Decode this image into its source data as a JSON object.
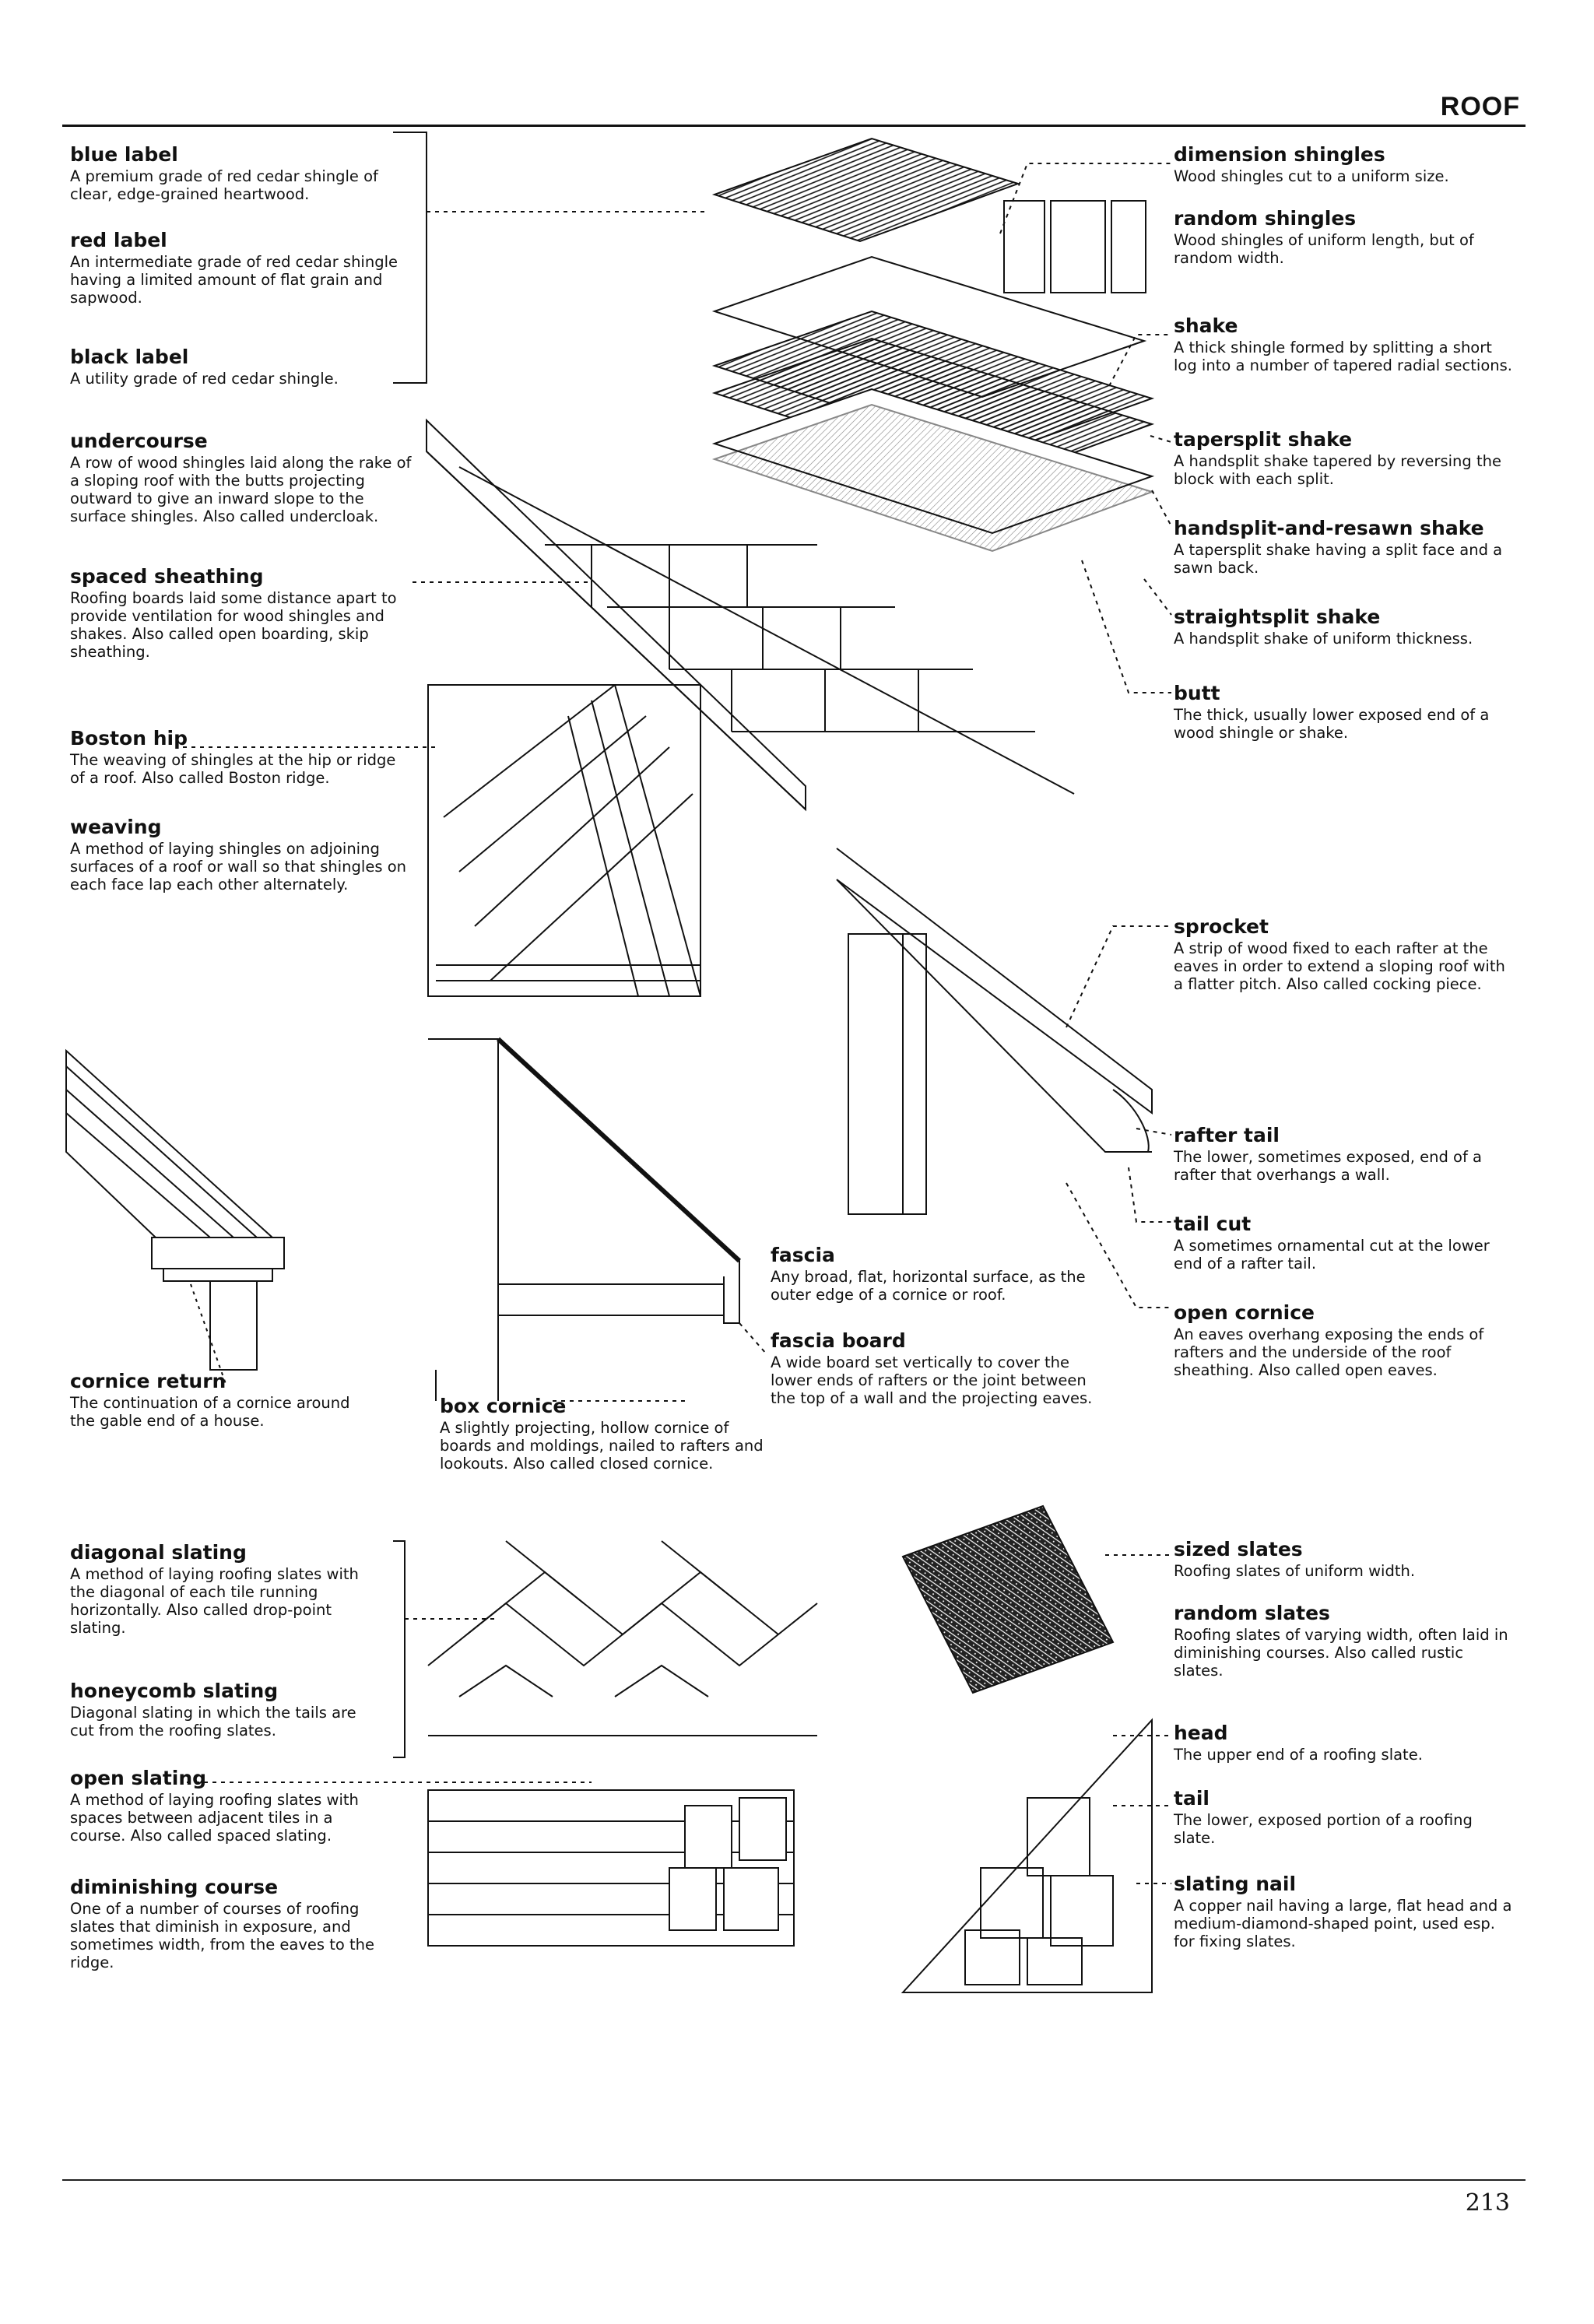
{
  "page": {
    "section_title": "ROOF",
    "page_number": "213"
  },
  "entries": {
    "blue_label": {
      "term": "blue label",
      "def": "A premium grade of red cedar shingle of clear, edge-grained heartwood."
    },
    "red_label": {
      "term": "red label",
      "def": "An intermediate grade of red cedar shingle having a limited amount of flat grain and sapwood."
    },
    "black_label": {
      "term": "black label",
      "def": "A utility grade of red cedar shingle."
    },
    "undercourse": {
      "term": "undercourse",
      "def": "A row of wood shingles laid along the rake of a sloping roof with the butts projecting outward to give an inward slope to the surface shingles. Also called undercloak."
    },
    "spaced_sheathing": {
      "term": "spaced sheathing",
      "def": "Roofing boards laid some distance apart to provide ventilation for wood shingles and shakes. Also called open boarding, skip sheathing."
    },
    "boston_hip": {
      "term": "Boston hip",
      "def": "The weaving of shingles at the hip or ridge of a roof. Also called Boston ridge."
    },
    "weaving": {
      "term": "weaving",
      "def": "A method of laying shingles on adjoining surfaces of a roof or wall so that shingles on each face lap each other alternately."
    },
    "dimension_shingles": {
      "term": "dimension shingles",
      "def": "Wood shingles cut to a uniform size."
    },
    "random_shingles": {
      "term": "random shingles",
      "def": "Wood shingles of uniform length, but of random width."
    },
    "shake": {
      "term": "shake",
      "def": "A thick shingle formed by splitting a short log into a number of tapered radial sections."
    },
    "tapersplit_shake": {
      "term": "tapersplit shake",
      "def": "A handsplit shake tapered by reversing the block with each split."
    },
    "handsplit_resawn": {
      "term": "handsplit-and-resawn shake",
      "def": "A tapersplit shake having a split face and a sawn back."
    },
    "straightsplit_shake": {
      "term": "straightsplit shake",
      "def": "A handsplit shake of uniform thickness."
    },
    "butt": {
      "term": "butt",
      "def": "The thick, usually lower exposed end of a wood shingle or shake."
    },
    "sprocket": {
      "term": "sprocket",
      "def": "A strip of wood fixed to each rafter at the eaves in order to extend a sloping roof with a flatter pitch. Also called cocking piece."
    },
    "rafter_tail": {
      "term": "rafter tail",
      "def": "The lower, sometimes exposed, end of a rafter that overhangs a wall."
    },
    "tail_cut": {
      "term": "tail cut",
      "def": "A sometimes ornamental cut at the lower end of a rafter tail."
    },
    "open_cornice": {
      "term": "open cornice",
      "def": "An eaves overhang exposing the ends of rafters and the underside of the roof sheathing. Also called open eaves."
    },
    "fascia": {
      "term": "fascia",
      "def": "Any broad, flat, horizontal surface, as the outer edge of a cornice or roof."
    },
    "fascia_board": {
      "term": "fascia board",
      "def": "A wide board set vertically to cover the lower ends of rafters or the joint between the top of a wall and the projecting eaves."
    },
    "cornice_return": {
      "term": "cornice return",
      "def": "The continuation of a cornice around the gable end of a house."
    },
    "box_cornice": {
      "term": "box cornice",
      "def": "A slightly projecting, hollow cornice of boards and moldings, nailed to rafters and lookouts. Also called closed cornice."
    },
    "diagonal_slating": {
      "term": "diagonal slating",
      "def": "A method of laying roofing slates with the diagonal of each tile running horizontally. Also called drop-point slating."
    },
    "honeycomb_slating": {
      "term": "honeycomb slating",
      "def": "Diagonal slating in which the tails are cut from the roofing slates."
    },
    "open_slating": {
      "term": "open slating",
      "def": "A method of laying roofing slates with spaces between adjacent tiles in a course. Also called spaced slating."
    },
    "diminishing_course": {
      "term": "diminishing course",
      "def": "One of a number of courses of roofing slates that diminish in exposure, and sometimes width, from the eaves to the ridge."
    },
    "sized_slates": {
      "term": "sized slates",
      "def": "Roofing slates of uniform width."
    },
    "random_slates": {
      "term": "random slates",
      "def": "Roofing slates of varying width, often laid in diminishing courses. Also called rustic slates."
    },
    "head": {
      "term": "head",
      "def": "The upper end of a roofing slate."
    },
    "tail": {
      "term": "tail",
      "def": "The lower, exposed portion of a roofing slate."
    },
    "slating_nail": {
      "term": "slating nail",
      "def": "A copper nail having a large, flat head and a medium-diamond-shaped point, used esp. for fixing slates."
    }
  }
}
